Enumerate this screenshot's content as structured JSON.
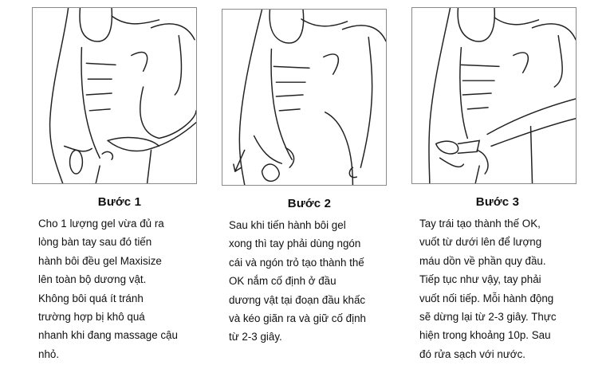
{
  "steps": [
    {
      "title": "Bước 1",
      "illustration": "massage-step-1-illustration",
      "text": "Cho 1 lượng gel vừa đủ ra\nlòng bàn tay sau đó tiến\nhành bôi đều gel Maxisize\nlên toàn bộ dương vật.\nKhông bôi quá ít tránh\ntrường hợp bị khô quá\nnhanh khi đang massage cậu\nnhỏ."
    },
    {
      "title": "Bước 2",
      "illustration": "massage-step-2-illustration",
      "text": "Sau khi tiến hành bôi gel\nxong thì tay phải dùng ngón\ncái và ngón trỏ tạo thành thế\nOK nắm cố định ở đầu\ndương vật tại đoạn đầu khấc\nvà kéo giãn ra và giữ cố định\ntừ 2-3 giây."
    },
    {
      "title": "Bước 3",
      "illustration": "massage-step-3-illustration",
      "text": "Tay trái tạo thành thế OK,\nvuốt từ dưới lên để lượng\nmáu dồn về phần quy đầu.\nTiếp tục như vậy, tay phải\nvuốt nối tiếp. Mỗi hành động\nsẽ dừng lại từ 2-3 giây. Thực\nhiện trong khoảng 10p. Sau\nđó rửa sạch với nước."
    }
  ]
}
